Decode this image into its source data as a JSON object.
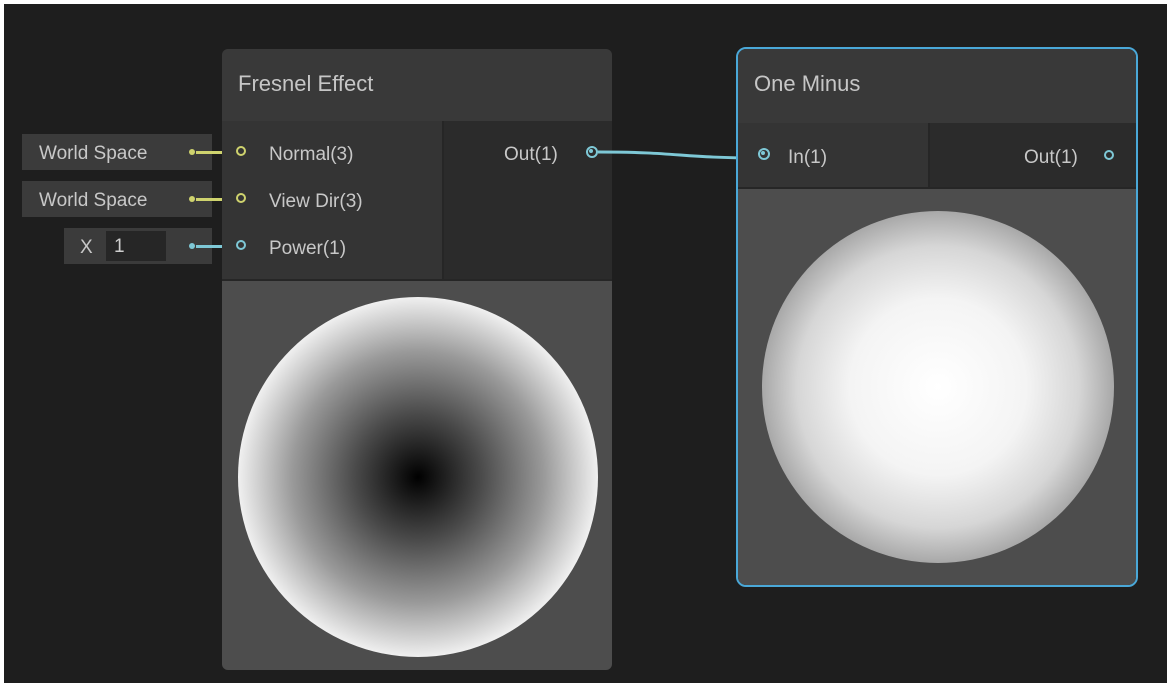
{
  "fresnel_node": {
    "title": "Fresnel Effect",
    "inputs": [
      {
        "label": "Normal(3)",
        "icon": "port-yellow-icon"
      },
      {
        "label": "View Dir(3)",
        "icon": "port-yellow-icon"
      },
      {
        "label": "Power(1)",
        "icon": "port-cyan-icon"
      }
    ],
    "output": {
      "label": "Out(1)",
      "icon": "port-cyan-connected-icon"
    }
  },
  "one_minus_node": {
    "title": "One Minus",
    "input": {
      "label": "In(1)",
      "icon": "port-cyan-connected-icon"
    },
    "output": {
      "label": "Out(1)",
      "icon": "port-cyan-icon"
    },
    "selected": true
  },
  "inline_inputs": {
    "normal_space": "World Space",
    "view_dir_space": "World Space",
    "power_axis": "X",
    "power_value": "1"
  },
  "colors": {
    "canvas": "#1e1e1e",
    "vector3_port": "#cfd36e",
    "float_port": "#7ec8d6",
    "selection": "#4aa8d8"
  }
}
